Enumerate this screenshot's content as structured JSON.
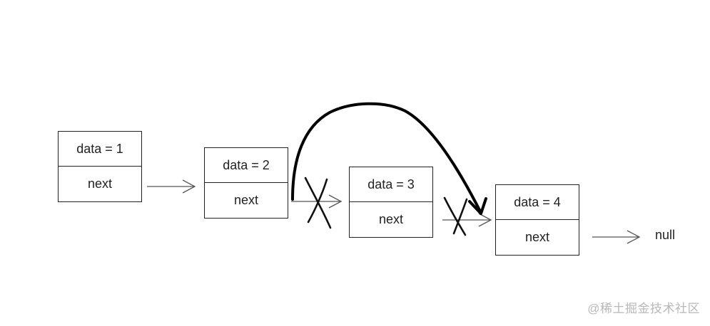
{
  "nodes": [
    {
      "data_label": "data = 1",
      "next_label": "next"
    },
    {
      "data_label": "data = 2",
      "next_label": "next"
    },
    {
      "data_label": "data = 3",
      "next_label": "next"
    },
    {
      "data_label": "data = 4",
      "next_label": "next"
    }
  ],
  "terminal": "null",
  "watermark": "@稀土掘金技术社区",
  "colors": {
    "stroke": "#222222",
    "arrow": "#555555",
    "watermark": "#b8b8b8"
  }
}
